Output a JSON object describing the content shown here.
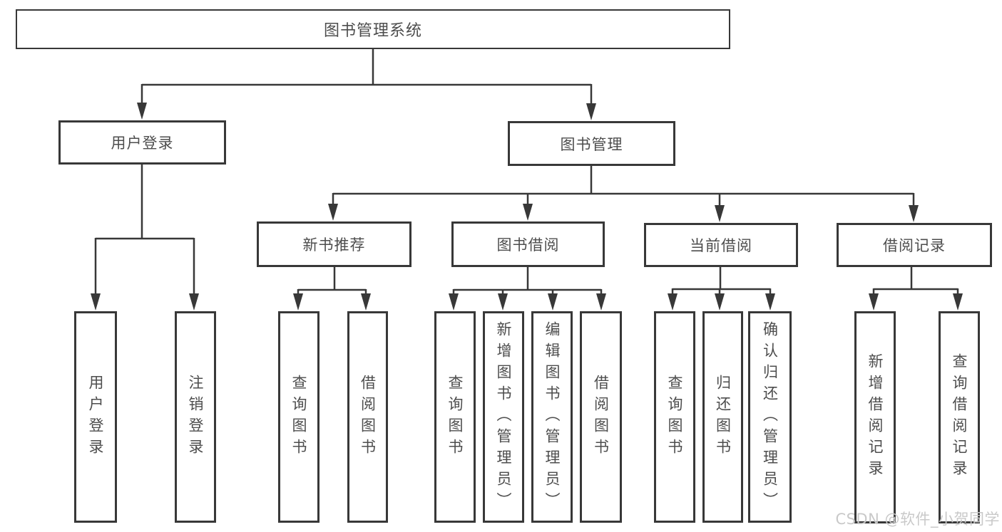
{
  "diagram": {
    "type": "hierarchy-tree",
    "root": {
      "label": "图书管理系统",
      "children": [
        {
          "label": "用户登录",
          "children": [
            {
              "label": "用户登录"
            },
            {
              "label": "注销登录"
            }
          ]
        },
        {
          "label": "图书管理",
          "children": [
            {
              "label": "新书推荐",
              "children": [
                {
                  "label": "查询图书"
                },
                {
                  "label": "借阅图书"
                }
              ]
            },
            {
              "label": "图书借阅",
              "children": [
                {
                  "label": "查询图书"
                },
                {
                  "label": "新增图书（管理员）"
                },
                {
                  "label": "编辑图书（管理员）"
                },
                {
                  "label": "借阅图书"
                }
              ]
            },
            {
              "label": "当前借阅",
              "children": [
                {
                  "label": "查询图书"
                },
                {
                  "label": "归还图书"
                },
                {
                  "label": "确认归还（管理员）"
                }
              ]
            },
            {
              "label": "借阅记录",
              "children": [
                {
                  "label": "新增借阅记录"
                },
                {
                  "label": "查询借阅记录"
                }
              ]
            }
          ]
        }
      ]
    }
  },
  "watermark": {
    "text": "CSDN @软件_小贺同学",
    "color": "#c9c9c9"
  },
  "colors": {
    "line": "#383838",
    "box_border": "#383838",
    "box_fill": "#ffffff",
    "text": "#4d4d4d",
    "background": "#ffffff"
  }
}
